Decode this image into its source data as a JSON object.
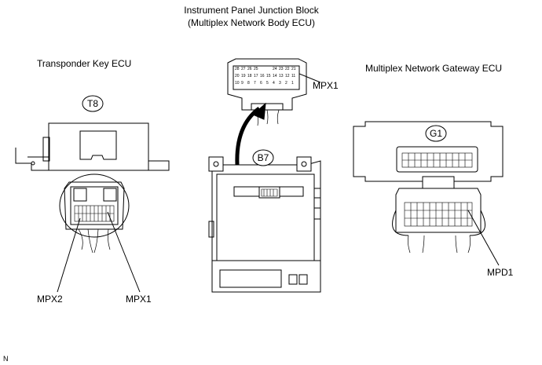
{
  "title_line1": "Instrument Panel Junction Block",
  "title_line2": "(Multiplex Network Body ECU)",
  "left_title": "Transponder Key ECU",
  "right_title": "Multiplex Network Gateway ECU",
  "connectors": {
    "t8": "T8",
    "b7": "B7",
    "g1": "G1"
  },
  "callouts": {
    "mpx1_top": "MPX1",
    "mpx2_left": "MPX2",
    "mpx1_left": "MPX1",
    "mpd1": "MPD1"
  },
  "b7_pins": {
    "row1": [
      "28",
      "27",
      "26",
      "25",
      "",
      "24",
      "23",
      "22",
      "21"
    ],
    "row2": [
      "20",
      "19",
      "18",
      "17",
      "16",
      "15",
      "14",
      "13",
      "12",
      "11"
    ],
    "row3": [
      "10",
      "9",
      "8",
      "7",
      "6",
      "5",
      "4",
      "3",
      "2",
      "1"
    ]
  },
  "corner_mark": "N"
}
